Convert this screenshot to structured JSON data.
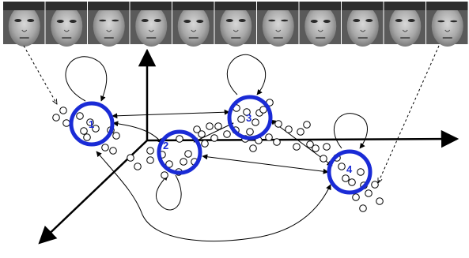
{
  "face_strip": {
    "frame_count": 11,
    "description_icon": "face-frame-photo"
  },
  "states": [
    {
      "label": "1"
    },
    {
      "label": "2"
    },
    {
      "label": "3"
    },
    {
      "label": "4"
    }
  ],
  "colors": {
    "state_ring": "#1a2bd6",
    "line": "#000000",
    "background": "#ffffff"
  }
}
